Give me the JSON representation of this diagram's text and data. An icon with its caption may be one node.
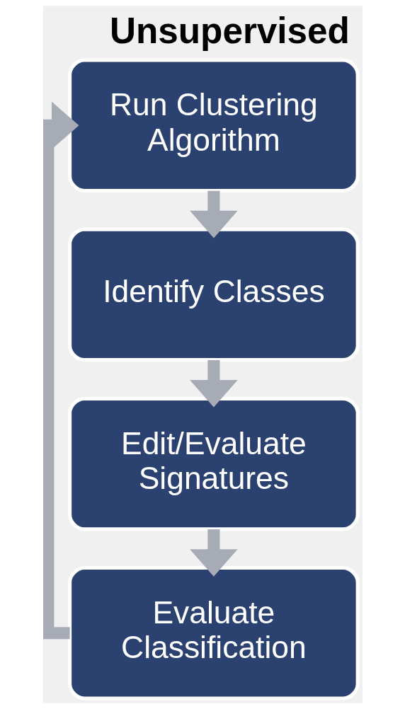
{
  "diagram": {
    "title": "Unsupervised",
    "nodes": [
      {
        "text": [
          "Run Clustering Algorithm"
        ]
      },
      {
        "text": [
          "Identify Classes"
        ]
      },
      {
        "text": [
          "Edit/Evaluate Signatures"
        ]
      },
      {
        "text": [
          "Evaluate Classification"
        ]
      }
    ],
    "edges": [
      {
        "from": 0,
        "to": 1,
        "arrow": "to"
      },
      {
        "from": 1,
        "to": 2,
        "arrow": "to"
      },
      {
        "from": 2,
        "to": 3,
        "arrow": "to"
      },
      {
        "from": 3,
        "to": 0,
        "arrow": "to"
      }
    ]
  }
}
